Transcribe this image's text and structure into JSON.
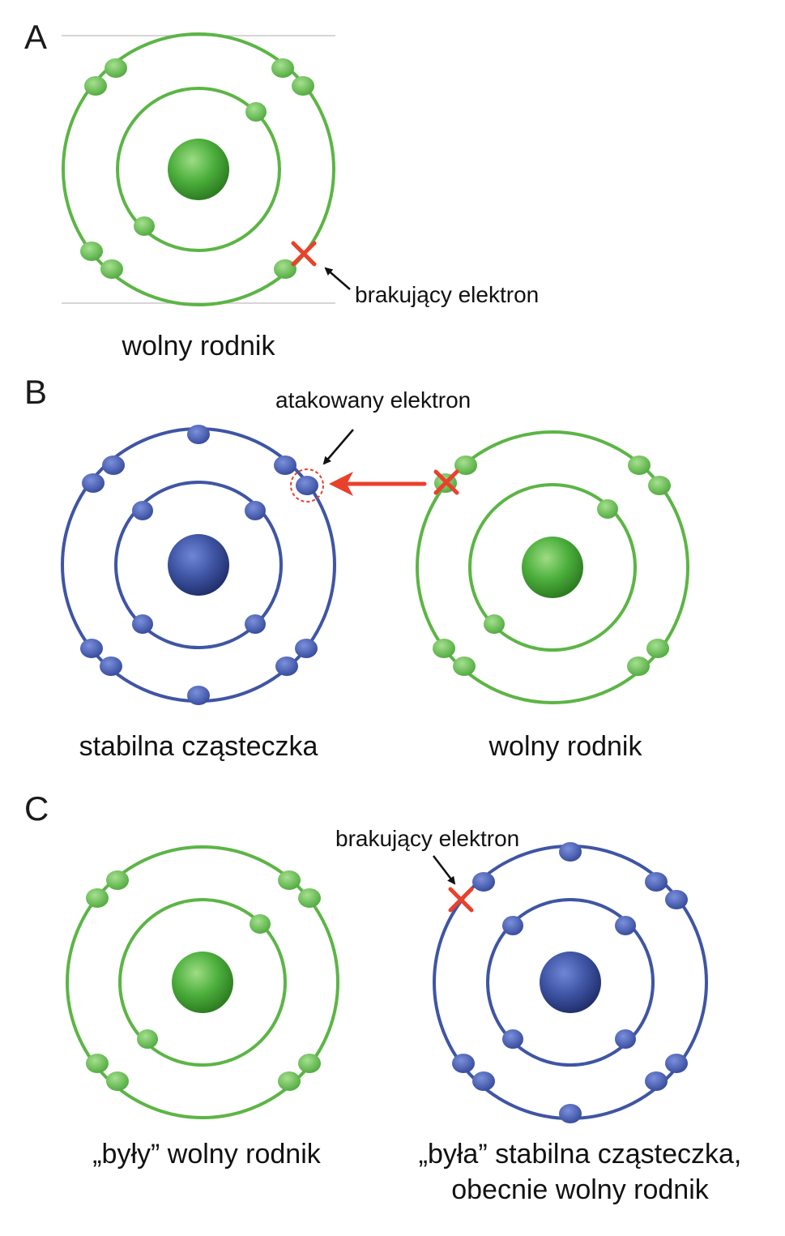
{
  "colors": {
    "green": "#5cb545",
    "green_dark": "#3a8a2a",
    "blue": "#3f55a4",
    "blue_dark": "#27387a",
    "missing_mark": "#e8412c",
    "arrow": "#111111"
  },
  "panel_a": {
    "letter": "A",
    "caption": "wolny rodnik",
    "annotation": "brakujący elektron"
  },
  "panel_b": {
    "letter": "B",
    "caption_left": "stabilna cząsteczka",
    "caption_right": "wolny rodnik",
    "annotation": "atakowany elektron"
  },
  "panel_c": {
    "letter": "C",
    "caption_left": "„były” wolny rodnik",
    "caption_right_line1": "„była” stabilna cząsteczka,",
    "caption_right_line2": "obecnie wolny rodnik",
    "annotation": "brakujący elektron"
  }
}
